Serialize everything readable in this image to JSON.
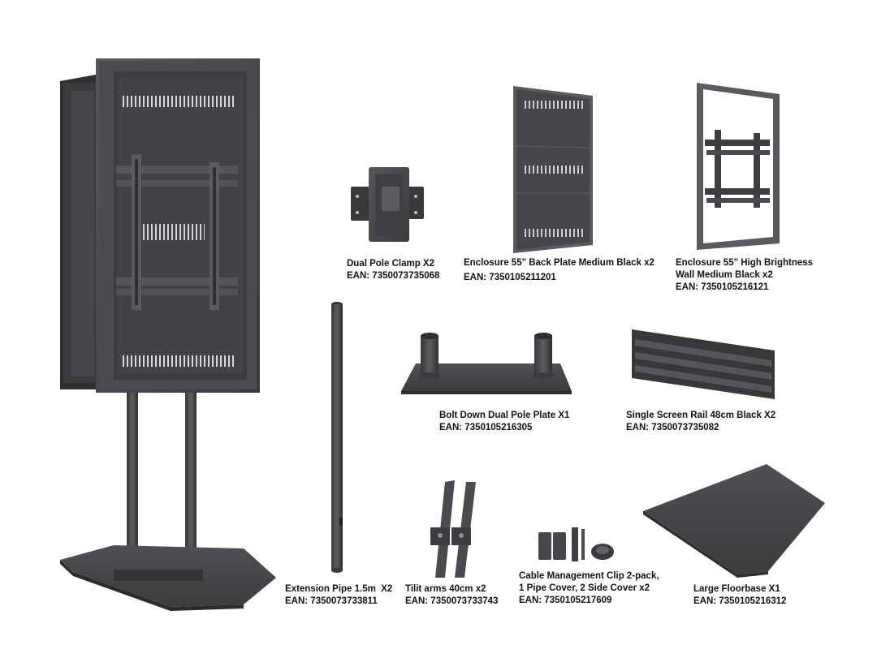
{
  "palette": {
    "metal_dark": "#3a3b3d",
    "metal_mid": "#4a4b4e",
    "metal_light": "#5d5e61",
    "highlight": "#cfd0d2",
    "text": "#111111",
    "background": "#ffffff"
  },
  "products": [
    {
      "id": "dual-pole-clamp",
      "lines": [
        "Dual Pole Clamp X2"
      ],
      "ean": "EAN: 7350073735068"
    },
    {
      "id": "back-plate",
      "lines": [
        "Enclosure 55\" Back Plate Medium Black x2"
      ],
      "ean": "EAN: 7350105211201"
    },
    {
      "id": "high-brightness-wall",
      "lines": [
        "Enclosure 55\" High Brightness",
        "Wall Medium Black x2"
      ],
      "ean": "EAN: 7350105216121"
    },
    {
      "id": "bolt-down-plate",
      "lines": [
        "Bolt Down Dual Pole Plate X1"
      ],
      "ean": "EAN: 7350105216305"
    },
    {
      "id": "screen-rail",
      "lines": [
        "Single Screen Rail 48cm Black X2"
      ],
      "ean": "EAN: 7350073735082"
    },
    {
      "id": "extension-pipe",
      "lines": [
        "Extension Pipe 1.5m  X2"
      ],
      "ean": "EAN: 7350073733811"
    },
    {
      "id": "tilt-arms",
      "lines": [
        "Tilit arms 40cm x2"
      ],
      "ean": "EAN: 7350073733743"
    },
    {
      "id": "cable-clip",
      "lines": [
        "Cable Management Clip 2-pack,",
        "1 Pipe Cover, 2 Side Cover x2"
      ],
      "ean": "EAN: 7350105217609"
    },
    {
      "id": "large-floorbase",
      "lines": [
        "Large Floorbase X1"
      ],
      "ean": "EAN: 7350105216312"
    }
  ]
}
